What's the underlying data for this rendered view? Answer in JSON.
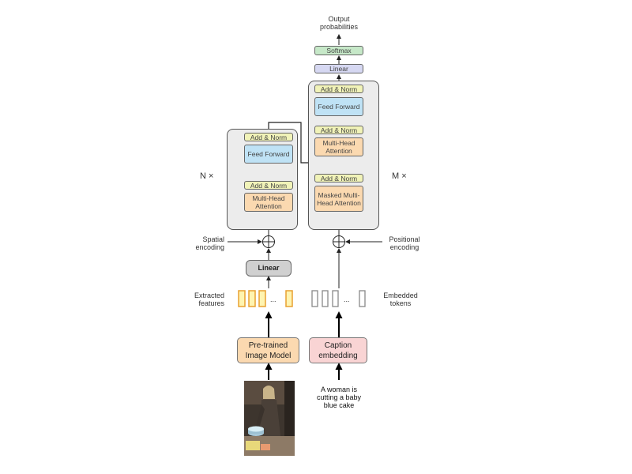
{
  "top": {
    "output_label": "Output probabilities"
  },
  "decoder": {
    "softmax": "Softmax",
    "linear": "Linear",
    "add_norm_top": "Add & Norm",
    "feed_forward": "Feed Forward",
    "add_norm_mid": "Add & Norm",
    "multi_head": "Multi-Head Attention",
    "add_norm_low": "Add & Norm",
    "masked_mha": "Masked Multi-Head Attention",
    "repeat": "M ×"
  },
  "encoder": {
    "add_norm_top": "Add & Norm",
    "feed_forward": "Feed Forward",
    "add_norm_low": "Add & Norm",
    "multi_head": "Multi-Head Attention",
    "repeat": "N ×"
  },
  "side_labels": {
    "spatial": "Spatial encoding",
    "positional": "Positional encoding",
    "extracted": "Extracted features",
    "embedded": "Embedded tokens"
  },
  "linear_block": "Linear",
  "ellipsis": "...",
  "image_model": "Pre-trained Image Model",
  "caption_embedding": "Caption embedding",
  "caption_text": "A woman is cutting a baby blue cake",
  "colors": {
    "add_norm": "#f1f3b8",
    "feed_forward": "#bfe2f5",
    "attention": "#fbd9b0",
    "linear": "#d6d8f2",
    "softmax": "#c6e8c8",
    "image_model": "#fbd9b0",
    "caption_embedding": "#f9d4d4",
    "feature_outline": "#e8a030",
    "feature_fill": "#fff4b0"
  }
}
